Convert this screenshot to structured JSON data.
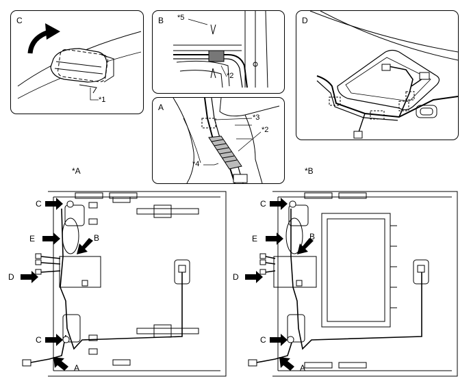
{
  "panels": {
    "c": {
      "letter": "C",
      "callouts": [
        "*1"
      ]
    },
    "b": {
      "letter": "B",
      "callouts": [
        "*5",
        "*2"
      ]
    },
    "d": {
      "letter": "D"
    },
    "a": {
      "letter": "A",
      "callouts": [
        "*3",
        "*2",
        "*4"
      ]
    }
  },
  "views": {
    "left": {
      "tag": "*A",
      "arrows": {
        "c_top": "C",
        "e": "E",
        "b": "B",
        "d": "D",
        "c_bottom": "C",
        "a": "A"
      }
    },
    "right": {
      "tag": "*B",
      "arrows": {
        "c_top": "C",
        "e": "E",
        "b": "B",
        "d": "D",
        "c_bottom": "C",
        "a": "A"
      }
    }
  }
}
